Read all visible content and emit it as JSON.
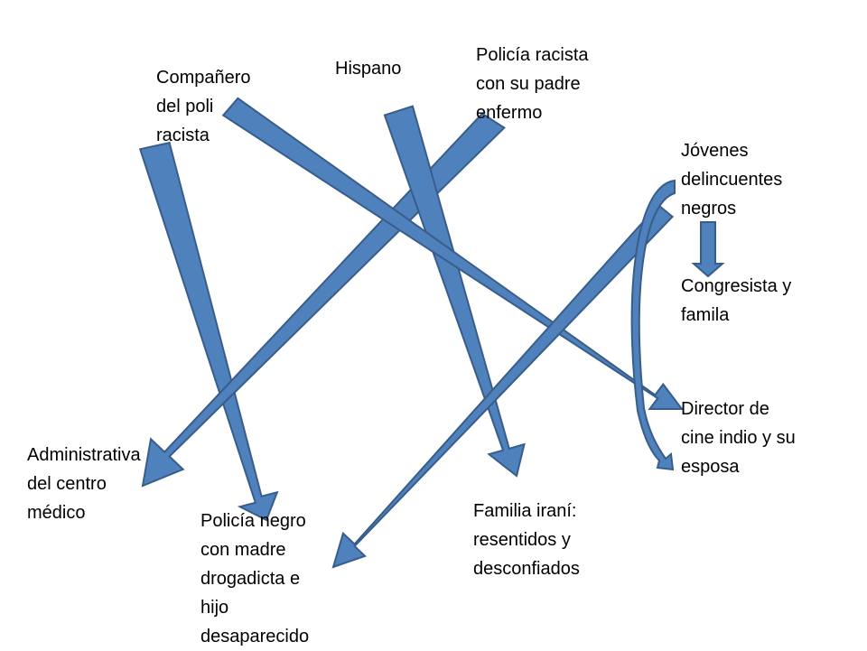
{
  "colors": {
    "arrow_fill": "#4f81bd",
    "arrow_stroke": "#385d8a",
    "text": "#000000"
  },
  "labels": {
    "hispano": "Hispano",
    "policia_racista": "Policía racista\ncon su padre\nenfermo",
    "companero": "Compañero\ndel poli\nracista",
    "jovenes": "Jóvenes\ndelincuentes\nnegros",
    "congresista": "Congresista y\nfamila",
    "director": "Director de\ncine indio y su\nesposa",
    "administrativa": "Administrativa\ndel centro\nmédico",
    "policia_negro": "Policía negro\ncon madre\ndrogadicta e\nhijo\ndesaparecido",
    "familia": "Familia iraní:\nresentidos y\ndesconfiados"
  }
}
